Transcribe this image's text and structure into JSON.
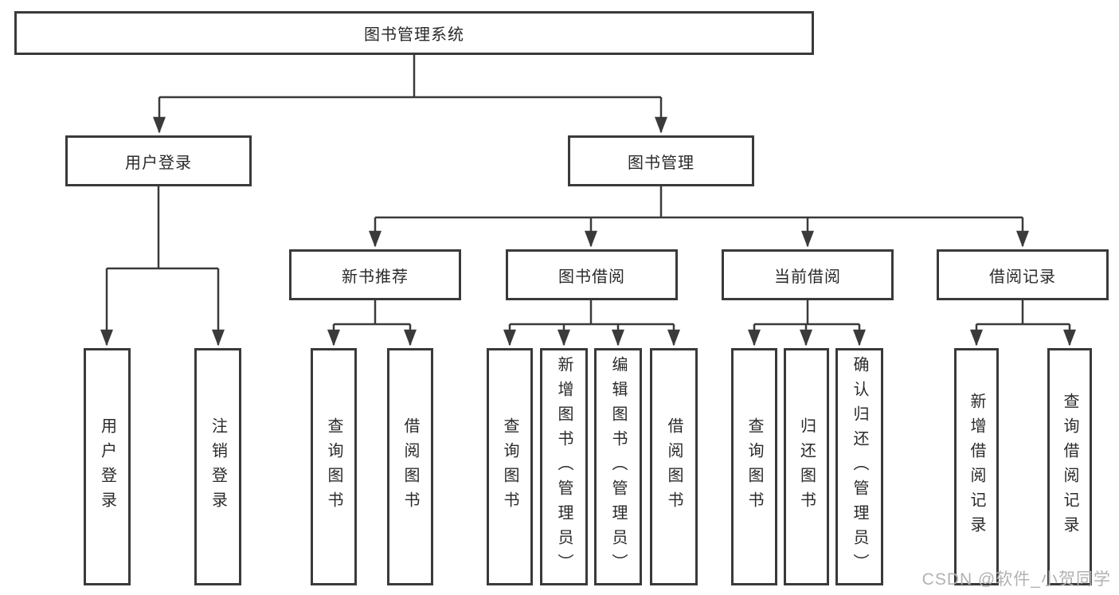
{
  "diagram": {
    "title": "图书管理系统",
    "type": "hierarchy-tree",
    "colors": {
      "background": "#ffffff",
      "box_border": "#3a3a3a",
      "line": "#3a3a3a",
      "text": "#2a2a2a",
      "watermark": "#b2b2b2"
    },
    "nodes": {
      "root": "图书管理系统",
      "user_login": "用户登录",
      "book_mgmt": "图书管理",
      "new_book_rec": "新书推荐",
      "book_borrow": "图书借阅",
      "current_borrow": "当前借阅",
      "borrow_records": "借阅记录",
      "leaf_user_login": "用户登录",
      "leaf_logout": "注销登录",
      "nb_query_book": "查询图书",
      "nb_borrow_book": "借阅图书",
      "bb_query_book": "查询图书",
      "bb_add_book": "新增图书（管理员）",
      "bb_edit_book": "编辑图书（管理员）",
      "bb_borrow_book": "借阅图书",
      "cb_query_book": "查询图书",
      "cb_return_book": "归还图书",
      "cb_confirm_return": "确认归还（管理员）",
      "br_add_record": "新增借阅记录",
      "br_query_record": "查询借阅记录"
    },
    "edges": [
      [
        "root",
        "user_login"
      ],
      [
        "root",
        "book_mgmt"
      ],
      [
        "user_login",
        "leaf_user_login"
      ],
      [
        "user_login",
        "leaf_logout"
      ],
      [
        "book_mgmt",
        "new_book_rec"
      ],
      [
        "book_mgmt",
        "book_borrow"
      ],
      [
        "book_mgmt",
        "current_borrow"
      ],
      [
        "book_mgmt",
        "borrow_records"
      ],
      [
        "new_book_rec",
        "nb_query_book"
      ],
      [
        "new_book_rec",
        "nb_borrow_book"
      ],
      [
        "book_borrow",
        "bb_query_book"
      ],
      [
        "book_borrow",
        "bb_add_book"
      ],
      [
        "book_borrow",
        "bb_edit_book"
      ],
      [
        "book_borrow",
        "bb_borrow_book"
      ],
      [
        "current_borrow",
        "cb_query_book"
      ],
      [
        "current_borrow",
        "cb_return_book"
      ],
      [
        "current_borrow",
        "cb_confirm_return"
      ],
      [
        "borrow_records",
        "br_add_record"
      ],
      [
        "borrow_records",
        "br_query_record"
      ]
    ],
    "watermark": "CSDN @软件_小贺同学"
  }
}
